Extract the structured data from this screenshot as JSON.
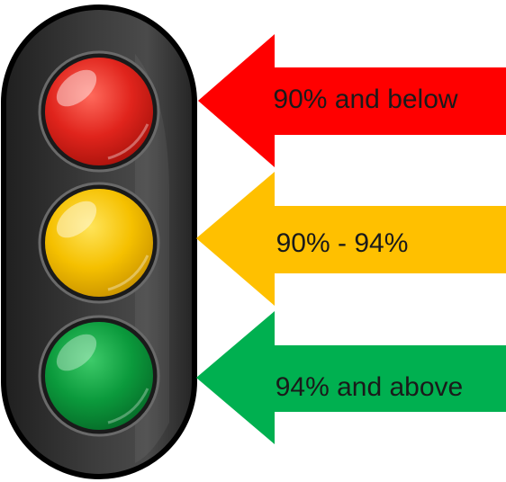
{
  "colors": {
    "red": "#ff0000",
    "amber": "#ffc000",
    "green": "#00b050",
    "housing": "#2f2f2f",
    "outline": "#000000"
  },
  "lights": [
    {
      "name": "red-light",
      "color": "#e0241c"
    },
    {
      "name": "yellow-light",
      "color": "#f5c000"
    },
    {
      "name": "green-light",
      "color": "#0b9a3c"
    }
  ],
  "arrows": [
    {
      "label": "90% and below",
      "color": "#ff0000"
    },
    {
      "label": "90% - 94%",
      "color": "#ffc000"
    },
    {
      "label": "94% and above",
      "color": "#00b050"
    }
  ]
}
